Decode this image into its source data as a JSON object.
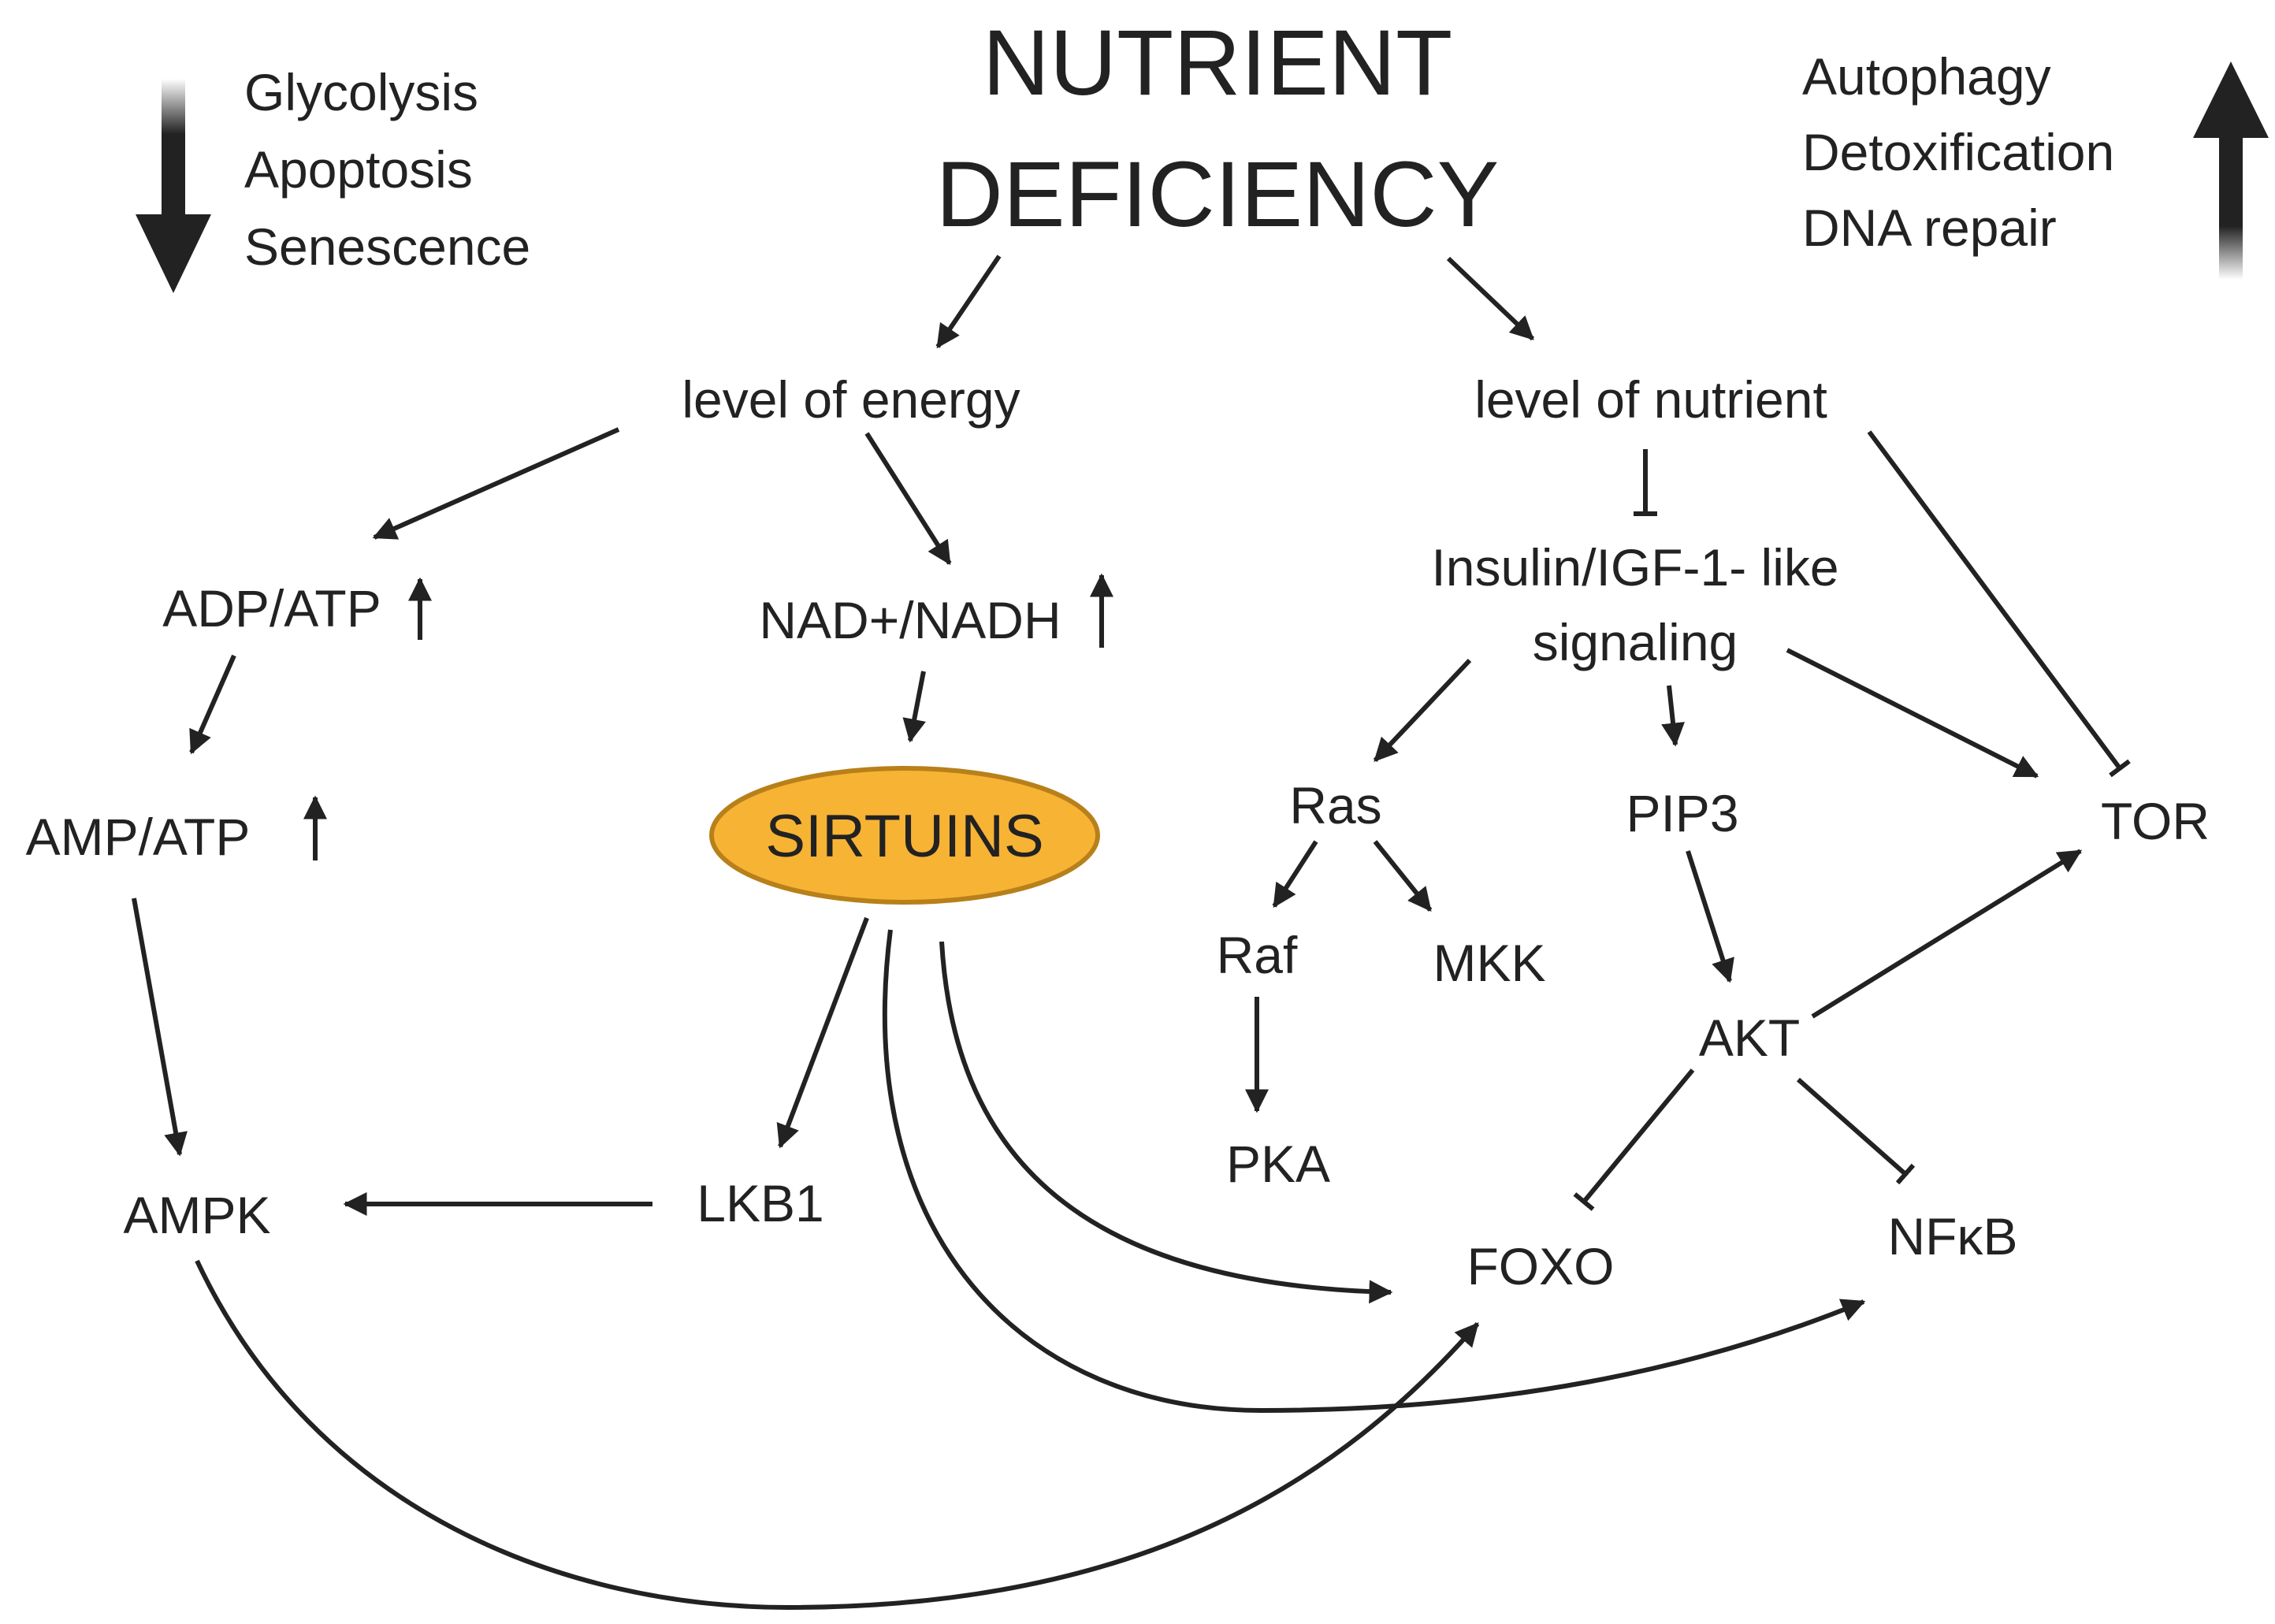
{
  "title": {
    "line1": "NUTRIENT",
    "line2": "DEFICIENCY"
  },
  "decreased": {
    "items": [
      "Glycolysis",
      "Apoptosis",
      "Senescence"
    ]
  },
  "increased": {
    "items": [
      "Autophagy",
      "Detoxification",
      "DNA repair"
    ]
  },
  "nodes": {
    "level_energy": "level of energy",
    "level_nutrient": "level of nutrient",
    "adp_atp": "ADP/ATP",
    "nad_nadh": "NAD+/NADH",
    "amp_atp": "AMP/ATP",
    "sirtuins": "SIRTUINS",
    "insulin_line1": "Insulin/IGF-1- like",
    "insulin_line2": "signaling",
    "ras": "Ras",
    "pip3": "PIP3",
    "tor": "TOR",
    "raf": "Raf",
    "mkk": "MKK",
    "akt": "AKT",
    "pka": "PKA",
    "ampk": "AMPK",
    "lkb1": "LKB1",
    "foxo": "FOXO",
    "nfkb": "NFκB"
  },
  "colors": {
    "sirtuins_fill": "#F7B334",
    "sirtuins_stroke": "#B8801A",
    "line": "#222222"
  }
}
